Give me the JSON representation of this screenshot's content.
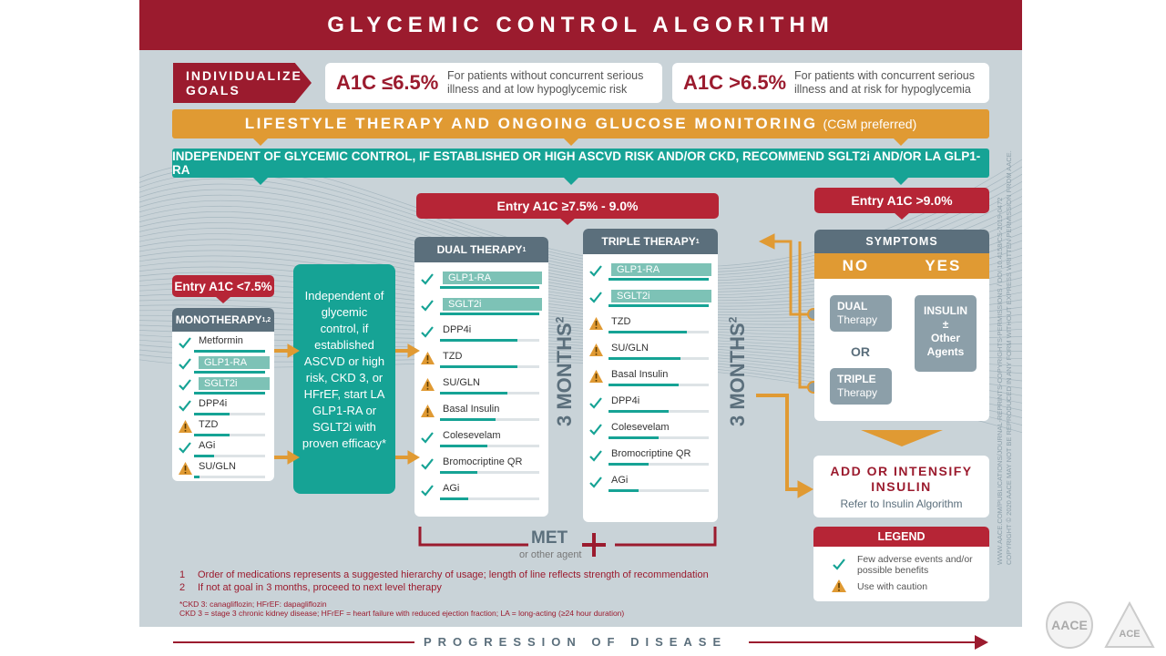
{
  "title": "GLYCEMIC CONTROL ALGORITHM",
  "goals": {
    "tag": "INDIVIDUALIZE GOALS",
    "low_value": "A1C ≤6.5%",
    "low_desc": "For patients without concurrent serious illness and at low hypoglycemic risk",
    "high_value": "A1C >6.5%",
    "high_desc": "For patients with concurrent serious illness and at risk for hypoglycemia"
  },
  "lifestyle": {
    "label": "LIFESTYLE THERAPY AND ONGOING GLUCOSE MONITORING",
    "note": "(CGM preferred)"
  },
  "independent_banner": "INDEPENDENT OF GLYCEMIC CONTROL, IF ESTABLISHED OR HIGH ASCVD RISK AND/OR CKD, RECOMMEND SGLT2i AND/OR LA GLP1-RA",
  "mono": {
    "entry": "Entry A1C <7.5%",
    "header": "MONOTHERAPY",
    "header_sup": "1,2",
    "items": [
      {
        "label": "Metformin",
        "icon": "check",
        "strength": 1.0,
        "hl": false
      },
      {
        "label": "GLP1-RA",
        "icon": "check",
        "strength": 1.0,
        "hl": true
      },
      {
        "label": "SGLT2i",
        "icon": "check",
        "strength": 1.0,
        "hl": true
      },
      {
        "label": "DPP4i",
        "icon": "check",
        "strength": 0.5,
        "hl": false
      },
      {
        "label": "TZD",
        "icon": "caution",
        "strength": 0.5,
        "hl": false
      },
      {
        "label": "AGi",
        "icon": "check",
        "strength": 0.28,
        "hl": false
      },
      {
        "label": "SU/GLN",
        "icon": "caution",
        "strength": 0.08,
        "hl": false
      }
    ]
  },
  "teal_box": "Independent of glycemic control, if established ASCVD or high risk, CKD 3, or HFrEF, start LA GLP1-RA or SGLT2i with proven efficacy*",
  "dual": {
    "entry": "Entry A1C ≥7.5% - 9.0%",
    "header": "DUAL THERAPY",
    "header_sup": "1",
    "items": [
      {
        "label": "GLP1-RA",
        "icon": "check",
        "strength": 1.0,
        "hl": true
      },
      {
        "label": "SGLT2i",
        "icon": "check",
        "strength": 1.0,
        "hl": true
      },
      {
        "label": "DPP4i",
        "icon": "check",
        "strength": 0.78,
        "hl": false
      },
      {
        "label": "TZD",
        "icon": "caution",
        "strength": 0.78,
        "hl": false
      },
      {
        "label": "SU/GLN",
        "icon": "caution",
        "strength": 0.68,
        "hl": false
      },
      {
        "label": "Basal Insulin",
        "icon": "caution",
        "strength": 0.56,
        "hl": false
      },
      {
        "label": "Colesevelam",
        "icon": "check",
        "strength": 0.48,
        "hl": false
      },
      {
        "label": "Bromocriptine QR",
        "icon": "check",
        "strength": 0.38,
        "hl": false
      },
      {
        "label": "AGi",
        "icon": "check",
        "strength": 0.28,
        "hl": false
      }
    ]
  },
  "triple": {
    "header": "TRIPLE THERAPY",
    "header_sup": "1",
    "items": [
      {
        "label": "GLP1-RA",
        "icon": "check",
        "strength": 1.0,
        "hl": true
      },
      {
        "label": "SGLT2i",
        "icon": "check",
        "strength": 1.0,
        "hl": true
      },
      {
        "label": "TZD",
        "icon": "caution",
        "strength": 0.78,
        "hl": false
      },
      {
        "label": "SU/GLN",
        "icon": "caution",
        "strength": 0.72,
        "hl": false
      },
      {
        "label": "Basal Insulin",
        "icon": "caution",
        "strength": 0.7,
        "hl": false
      },
      {
        "label": "DPP4i",
        "icon": "check",
        "strength": 0.6,
        "hl": false
      },
      {
        "label": "Colesevelam",
        "icon": "check",
        "strength": 0.5,
        "hl": false
      },
      {
        "label": "Bromocriptine QR",
        "icon": "check",
        "strength": 0.4,
        "hl": false
      },
      {
        "label": "AGi",
        "icon": "check",
        "strength": 0.3,
        "hl": false
      }
    ]
  },
  "months_label": "3 MONTHS",
  "months_sup": "2",
  "met": {
    "label": "MET",
    "sub": "or other agent"
  },
  "symptoms": {
    "entry": "Entry A1C >9.0%",
    "header": "SYMPTOMS",
    "no": "NO",
    "yes": "YES",
    "dual_line1": "DUAL",
    "dual_line2": "Therapy",
    "or": "OR",
    "triple_line1": "TRIPLE",
    "triple_line2": "Therapy",
    "insulin_line1": "INSULIN",
    "insulin_line2": "±",
    "insulin_line3": "Other",
    "insulin_line4": "Agents"
  },
  "insulin": {
    "title": "ADD OR INTENSIFY INSULIN",
    "sub": "Refer to Insulin Algorithm"
  },
  "legend": {
    "title": "LEGEND",
    "check_text": "Few adverse events and/or possible benefits",
    "caution_text": "Use with caution"
  },
  "footnotes": {
    "n1": "1",
    "t1": "Order of medications represents a suggested hierarchy of usage; length of line reflects strength of recommendation",
    "n2": "2",
    "t2": "If not at goal in 3 months, proceed to next level therapy",
    "ckd": "*CKD 3: canagliflozin; HFrEF: dapagliflozin",
    "abbr": "CKD 3 = stage 3 chronic kidney disease; HFrEF = heart failure with reduced ejection fraction; LA = long-acting (≥24 hour duration)"
  },
  "progression": "PROGRESSION OF DISEASE",
  "copyright": "COPYRIGHT © 2020 AACE MAY NOT BE REPRODUCED IN ANY FORM WITHOUT EXPRESS WRITTEN PERMISSION FROM AACE.",
  "copyright2": "WWW.AACE.COM/PUBLICATIONS/JOURNAL-REPRINTS-COPYRIGHTS-PERMISSIONS / DOI 10.4158/CS-2019-0472",
  "logos": {
    "aace": "AACE",
    "ace": "ACE"
  },
  "colors": {
    "brand_red": "#9b1b2e",
    "teal": "#16a395",
    "orange": "#e09a33",
    "slate": "#5b6f7c"
  }
}
